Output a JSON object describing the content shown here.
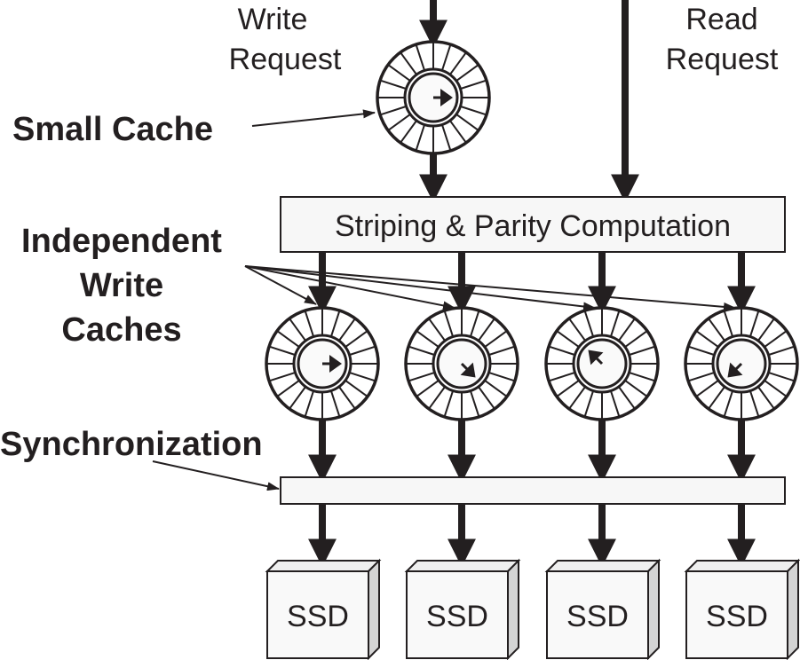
{
  "labels": {
    "write_request": [
      "Write",
      "Request"
    ],
    "read_request": [
      "Read",
      "Request"
    ],
    "small_cache": "Small Cache",
    "independent_write_caches": [
      "Independent",
      "Write",
      "Caches"
    ],
    "synchronization": "Synchronization",
    "striping": "Striping & Parity Computation"
  },
  "caches": [
    {
      "name": "small-cache",
      "pointer": "right"
    },
    {
      "name": "write-cache-1",
      "pointer": "right"
    },
    {
      "name": "write-cache-2",
      "pointer": "down-right"
    },
    {
      "name": "write-cache-3",
      "pointer": "up-left"
    },
    {
      "name": "write-cache-4",
      "pointer": "down-left"
    }
  ],
  "ssds": [
    "SSD",
    "SSD",
    "SSD",
    "SSD"
  ],
  "colors": {
    "ink": "#231f20",
    "box_fill": "#f7f7f7",
    "ssd_side": "#d4d4d4",
    "ssd_top": "#efefef"
  }
}
